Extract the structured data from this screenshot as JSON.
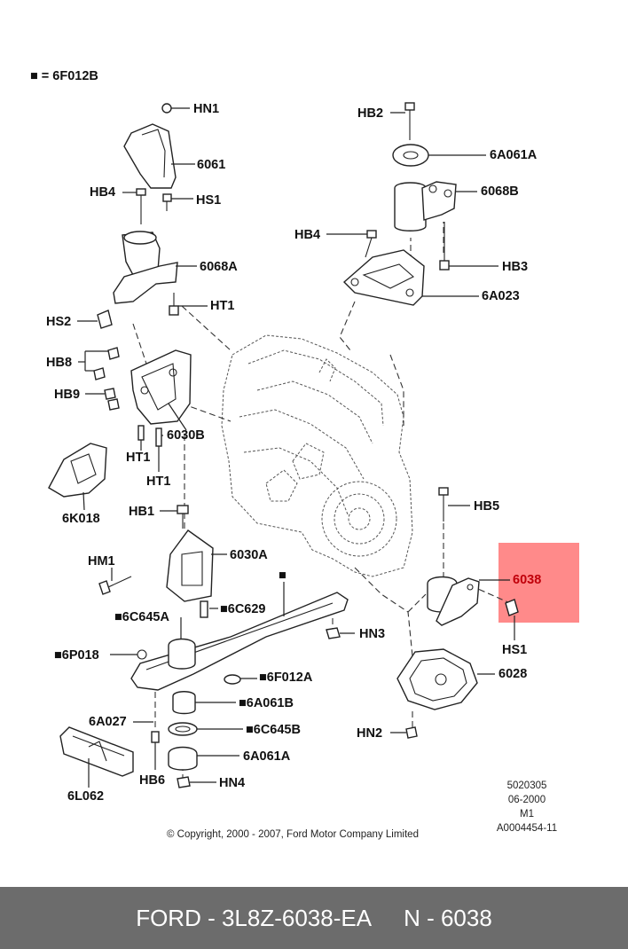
{
  "legend": {
    "marker": "■ = 6F012B"
  },
  "labels": {
    "hn1": "HN1",
    "p6061": "6061",
    "hb4_left": "HB4",
    "hs1_left": "HS1",
    "p6068a": "6068A",
    "ht1_a": "HT1",
    "hs2": "HS2",
    "hb8": "HB8",
    "hb9": "HB9",
    "ht1_b": "HT1",
    "p6030b": "6030B",
    "ht1_c": "HT1",
    "p6k018": "6K018",
    "hb1": "HB1",
    "p6030a": "6030A",
    "hm1": "HM1",
    "p6c629": "■6C629",
    "p6c645a": "■6C645A",
    "hn3": "HN3",
    "p6p018": "■6P018",
    "p6f012a": "■6F012A",
    "p6a061b": "■6A061B",
    "p6a027": "6A027",
    "p6c645b": "■6C645B",
    "p6a061a": "6A061A",
    "hb6": "HB6",
    "hn4": "HN4",
    "p6l062": "6L062",
    "hb2": "HB2",
    "p6a061a_top": "6A061A",
    "p6068b": "6068B",
    "hb4_right": "HB4",
    "hb3": "HB3",
    "p6a023": "6A023",
    "hb5": "HB5",
    "p6038": "6038",
    "hs1_right": "HS1",
    "p6028": "6028",
    "hn2": "HN2",
    "fwd_marker": "■"
  },
  "info": {
    "line1": "5020305",
    "line2": "06-2000",
    "line3": "M1",
    "line4": "A0004454-11"
  },
  "copyright": "© Copyright, 2000 - 2007, Ford Motor Company Limited",
  "footer": {
    "part_number": "FORD - 3L8Z-6038-EA",
    "ref": "N - 6038"
  },
  "colors": {
    "highlight": "#ff8a8a",
    "highlight_text": "#c0000a",
    "footer_bg": "#6c6c6c"
  }
}
